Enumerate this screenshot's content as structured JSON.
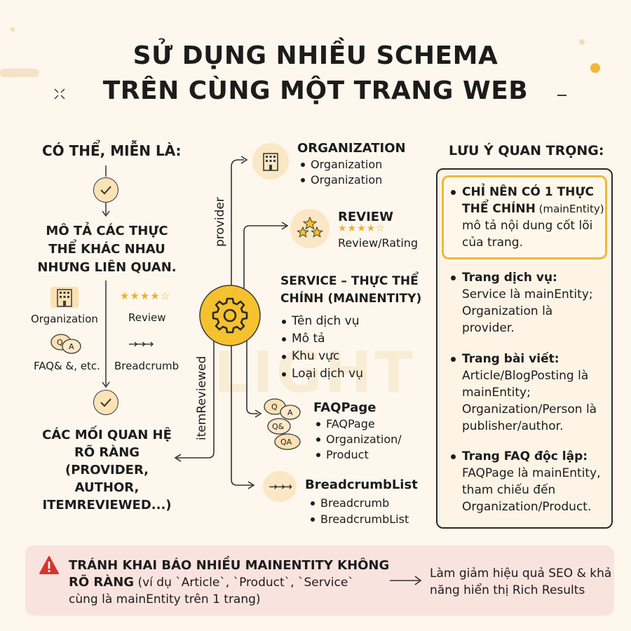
{
  "title": {
    "line1": "SỬ DỤNG NHIỀU SCHEMA",
    "line2": "TRÊN CÙNG MỘT TRANG WEB"
  },
  "left": {
    "heading": "CÓ THỂ, MIỄN LÀ:",
    "desc": [
      "MÔ TẢ CÁC THỰC",
      "THỂ KHÁC NHAU",
      "NHƯNG LIÊN QUAN."
    ],
    "icons": {
      "organization": "Organization",
      "review": "Review",
      "faq": "FAQ& &, etc.",
      "breadcrumb": "Breadcrumb"
    },
    "relations": [
      "CÁC MỐI QUAN HỆ",
      "RÕ RÀNG",
      "(PROVIDER,",
      "AUTHOR,",
      "ITEMREVIEWED...)"
    ]
  },
  "center": {
    "edge_provider": "provider",
    "edge_itemreviewed": "itemReviewed",
    "watermark": "LIGHT",
    "organization": {
      "title": "ORGANIZATION",
      "items": [
        "Organization",
        "Organization"
      ]
    },
    "review": {
      "title": "REVIEW",
      "stars": "★★★★☆",
      "sub": "Review/Rating"
    },
    "service": {
      "title": [
        "SERVICE – THỰC THỂ",
        "CHÍNH (MAINENTITY)"
      ],
      "items": [
        "Tên dịch vụ",
        "Mô tả",
        "Khu vực",
        "Loại dịch vụ"
      ]
    },
    "faqpage": {
      "title": "FAQPage",
      "items": [
        "FAQPage",
        "Organization/",
        "Product"
      ]
    },
    "breadcrumblist": {
      "title": "BreadcrumbList",
      "items": [
        "Breadcrumb",
        "BreadcrumbList"
      ]
    },
    "qa_labels": [
      "Q",
      "A",
      "Q&",
      "QA"
    ]
  },
  "right": {
    "heading": "LƯU Ý QUAN TRỌNG:",
    "note1": {
      "bold1": "CHỈ NÊN CÓ 1 THỰC",
      "bold2": "THỂ CHÍNH",
      "paren": " (mainEntity)",
      "line3": "mô tả nội dung cốt lõi",
      "line4": "của trang."
    },
    "note2": {
      "title": "Trang dịch vụ:",
      "lines": [
        "Service là mainEntity;",
        "Organization là",
        "provider."
      ]
    },
    "note3": {
      "title": "Trang bài viết:",
      "lines": [
        "Article/BlogPosting là",
        "mainEntity;",
        "Organization/Person là",
        "publisher/author."
      ]
    },
    "note4": {
      "title": "Trang FAQ độc lập:",
      "lines": [
        "FAQPage là mainEntity,",
        "tham chiếu đến",
        "Organization/Product."
      ]
    }
  },
  "warning": {
    "bold1": "TRÁNH KHAI BÁO NHIỀU MAINENTITY KHÔNG",
    "bold2": "RÕ RÀNG",
    "rest2": " (ví dụ `Article`, `Product`, `Service`",
    "line3": "cùng là mainEntity trên 1 trang)",
    "result1": "Làm giảm hiệu quả SEO & khả",
    "result2": "năng hiển thị Rich Results"
  },
  "colors": {
    "background": "#fdf7ee",
    "accent": "#f2b73a",
    "gear": "#f5c12e",
    "warning_bg": "#f9e3df",
    "warning_icon": "#d9342b"
  }
}
